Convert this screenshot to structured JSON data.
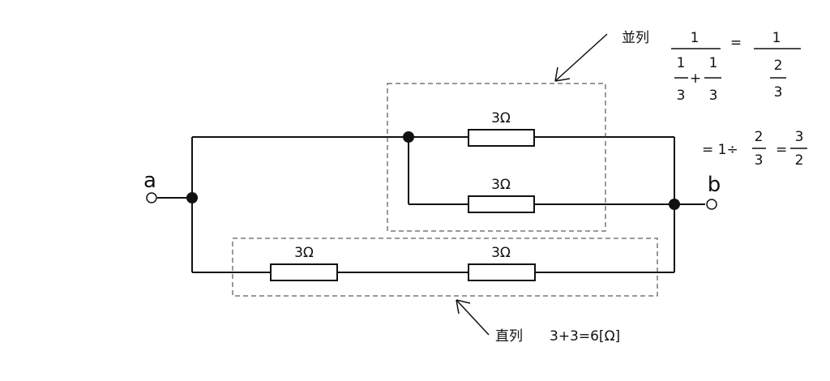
{
  "terminals": {
    "a": "a",
    "b": "b"
  },
  "resistors": {
    "upper_parallel": "3Ω",
    "lower_parallel": "3Ω",
    "series_left": "3Ω",
    "series_right": "3Ω"
  },
  "parallel_note": {
    "label": "並列",
    "lhs_numerator": "1",
    "lhs_den_left_num": "1",
    "lhs_den_left_den": "3",
    "plus": "+",
    "lhs_den_right_num": "1",
    "lhs_den_right_den": "3",
    "equals": "=",
    "rhs_numerator": "1",
    "rhs_den_num": "2",
    "rhs_den_den": "3",
    "line2_prefix": "= 1÷",
    "line2_div_num": "2",
    "line2_div_den": "3",
    "line2_equals": "=",
    "result_num": "3",
    "result_den": "2"
  },
  "series_note": {
    "label": "直列",
    "expression": "3+3=6[Ω]"
  }
}
